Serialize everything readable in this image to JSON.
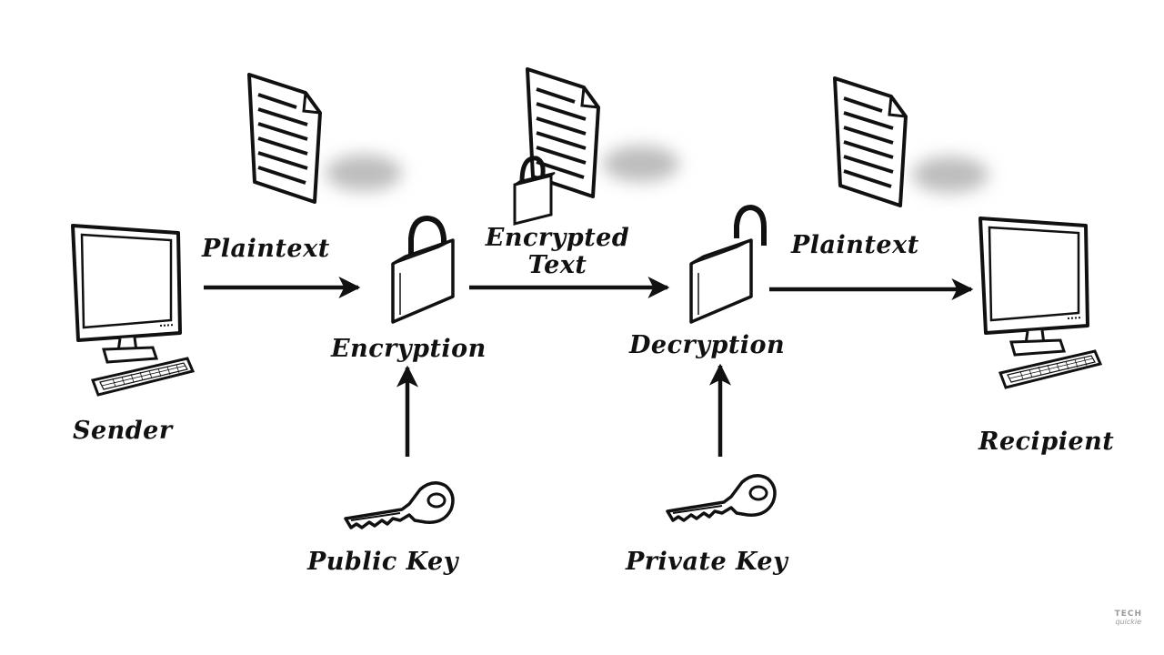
{
  "diagram": {
    "labels": {
      "sender": "Sender",
      "recipient": "Recipient",
      "plaintext_in": "Plaintext",
      "plaintext_out": "Plaintext",
      "encrypted_text": "Encrypted Text",
      "encryption": "Encryption",
      "decryption": "Decryption",
      "public_key": "Public Key",
      "private_key": "Private Key"
    },
    "icons": {
      "sender_computer": "computer-icon",
      "recipient_computer": "computer-icon",
      "document_plain": "document-icon",
      "document_encrypted": "locked-document-icon",
      "document_decrypted": "document-icon",
      "closed_lock": "lock-icon",
      "open_lock": "unlock-icon",
      "public_key": "key-icon",
      "private_key": "key-icon"
    },
    "colors": {
      "ink": "#111111",
      "background": "#ffffff",
      "shadow": "#bdbdbd"
    }
  },
  "watermark": {
    "line1": "TECH",
    "line2": "quickie"
  }
}
